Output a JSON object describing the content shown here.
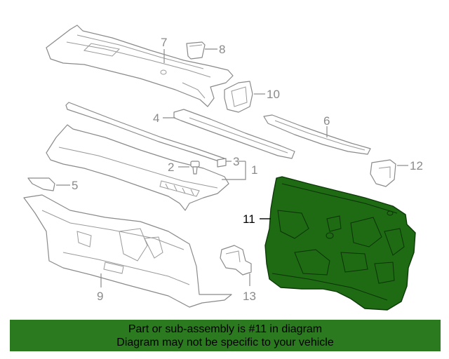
{
  "callouts": {
    "c1": "1",
    "c2": "2",
    "c3": "3",
    "c4": "4",
    "c5": "5",
    "c6": "6",
    "c7": "7",
    "c8": "8",
    "c9": "9",
    "c10": "10",
    "c11": "11",
    "c12": "12",
    "c13": "13"
  },
  "highlighted_part": "11",
  "colors": {
    "highlight": "#1e6b14",
    "banner": "#2b7a1f",
    "line": "#8a8a8a"
  },
  "banner": {
    "line1": "Part or sub-assembly is #11 in diagram",
    "line2": "Diagram may not be specific to your vehicle"
  }
}
